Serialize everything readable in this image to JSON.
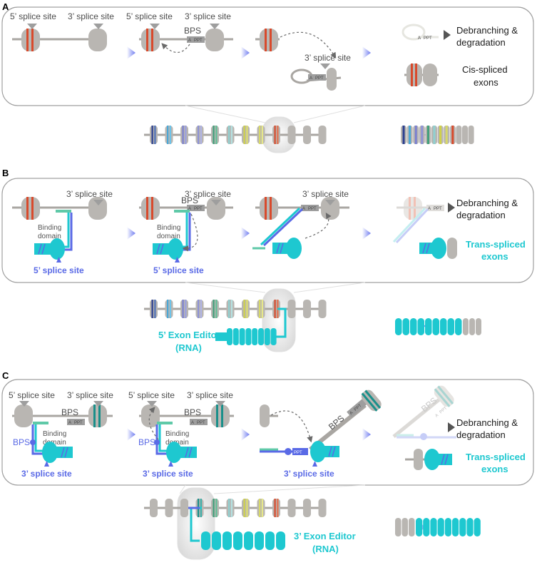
{
  "panels": {
    "a": "A",
    "b": "B",
    "c": "C"
  },
  "labels": {
    "five_ss": "5’ splice site",
    "three_ss": "3’ splice site",
    "bps": "BPS",
    "ppt": "PPT",
    "a": "A",
    "binding_domain_1": "Binding",
    "binding_domain_2": "domain",
    "debranch_1": "Debranching &",
    "debranch_2": "degradation",
    "cis_1": "Cis-spliced",
    "cis_2": "exons",
    "trans_1": "Trans-spliced",
    "trans_2": "exons",
    "editor5_1": "5’ Exon Editor",
    "editor5_2": "(RNA)",
    "editor3_1": "3’ Exon Editor",
    "editor3_2": "(RNA)"
  },
  "colors": {
    "exon": "#b9b6b2",
    "intron": "#a9a6a2",
    "red": "#d84a2c",
    "cyan": "#1ec8d0",
    "blue": "#5a6ae6",
    "arrow": "#7f8cf2",
    "panel_border": "#9e9e9e"
  },
  "icons": [
    "chevron-right-icon",
    "triangle-marker-icon",
    "dashed-curved-arrow-icon"
  ]
}
